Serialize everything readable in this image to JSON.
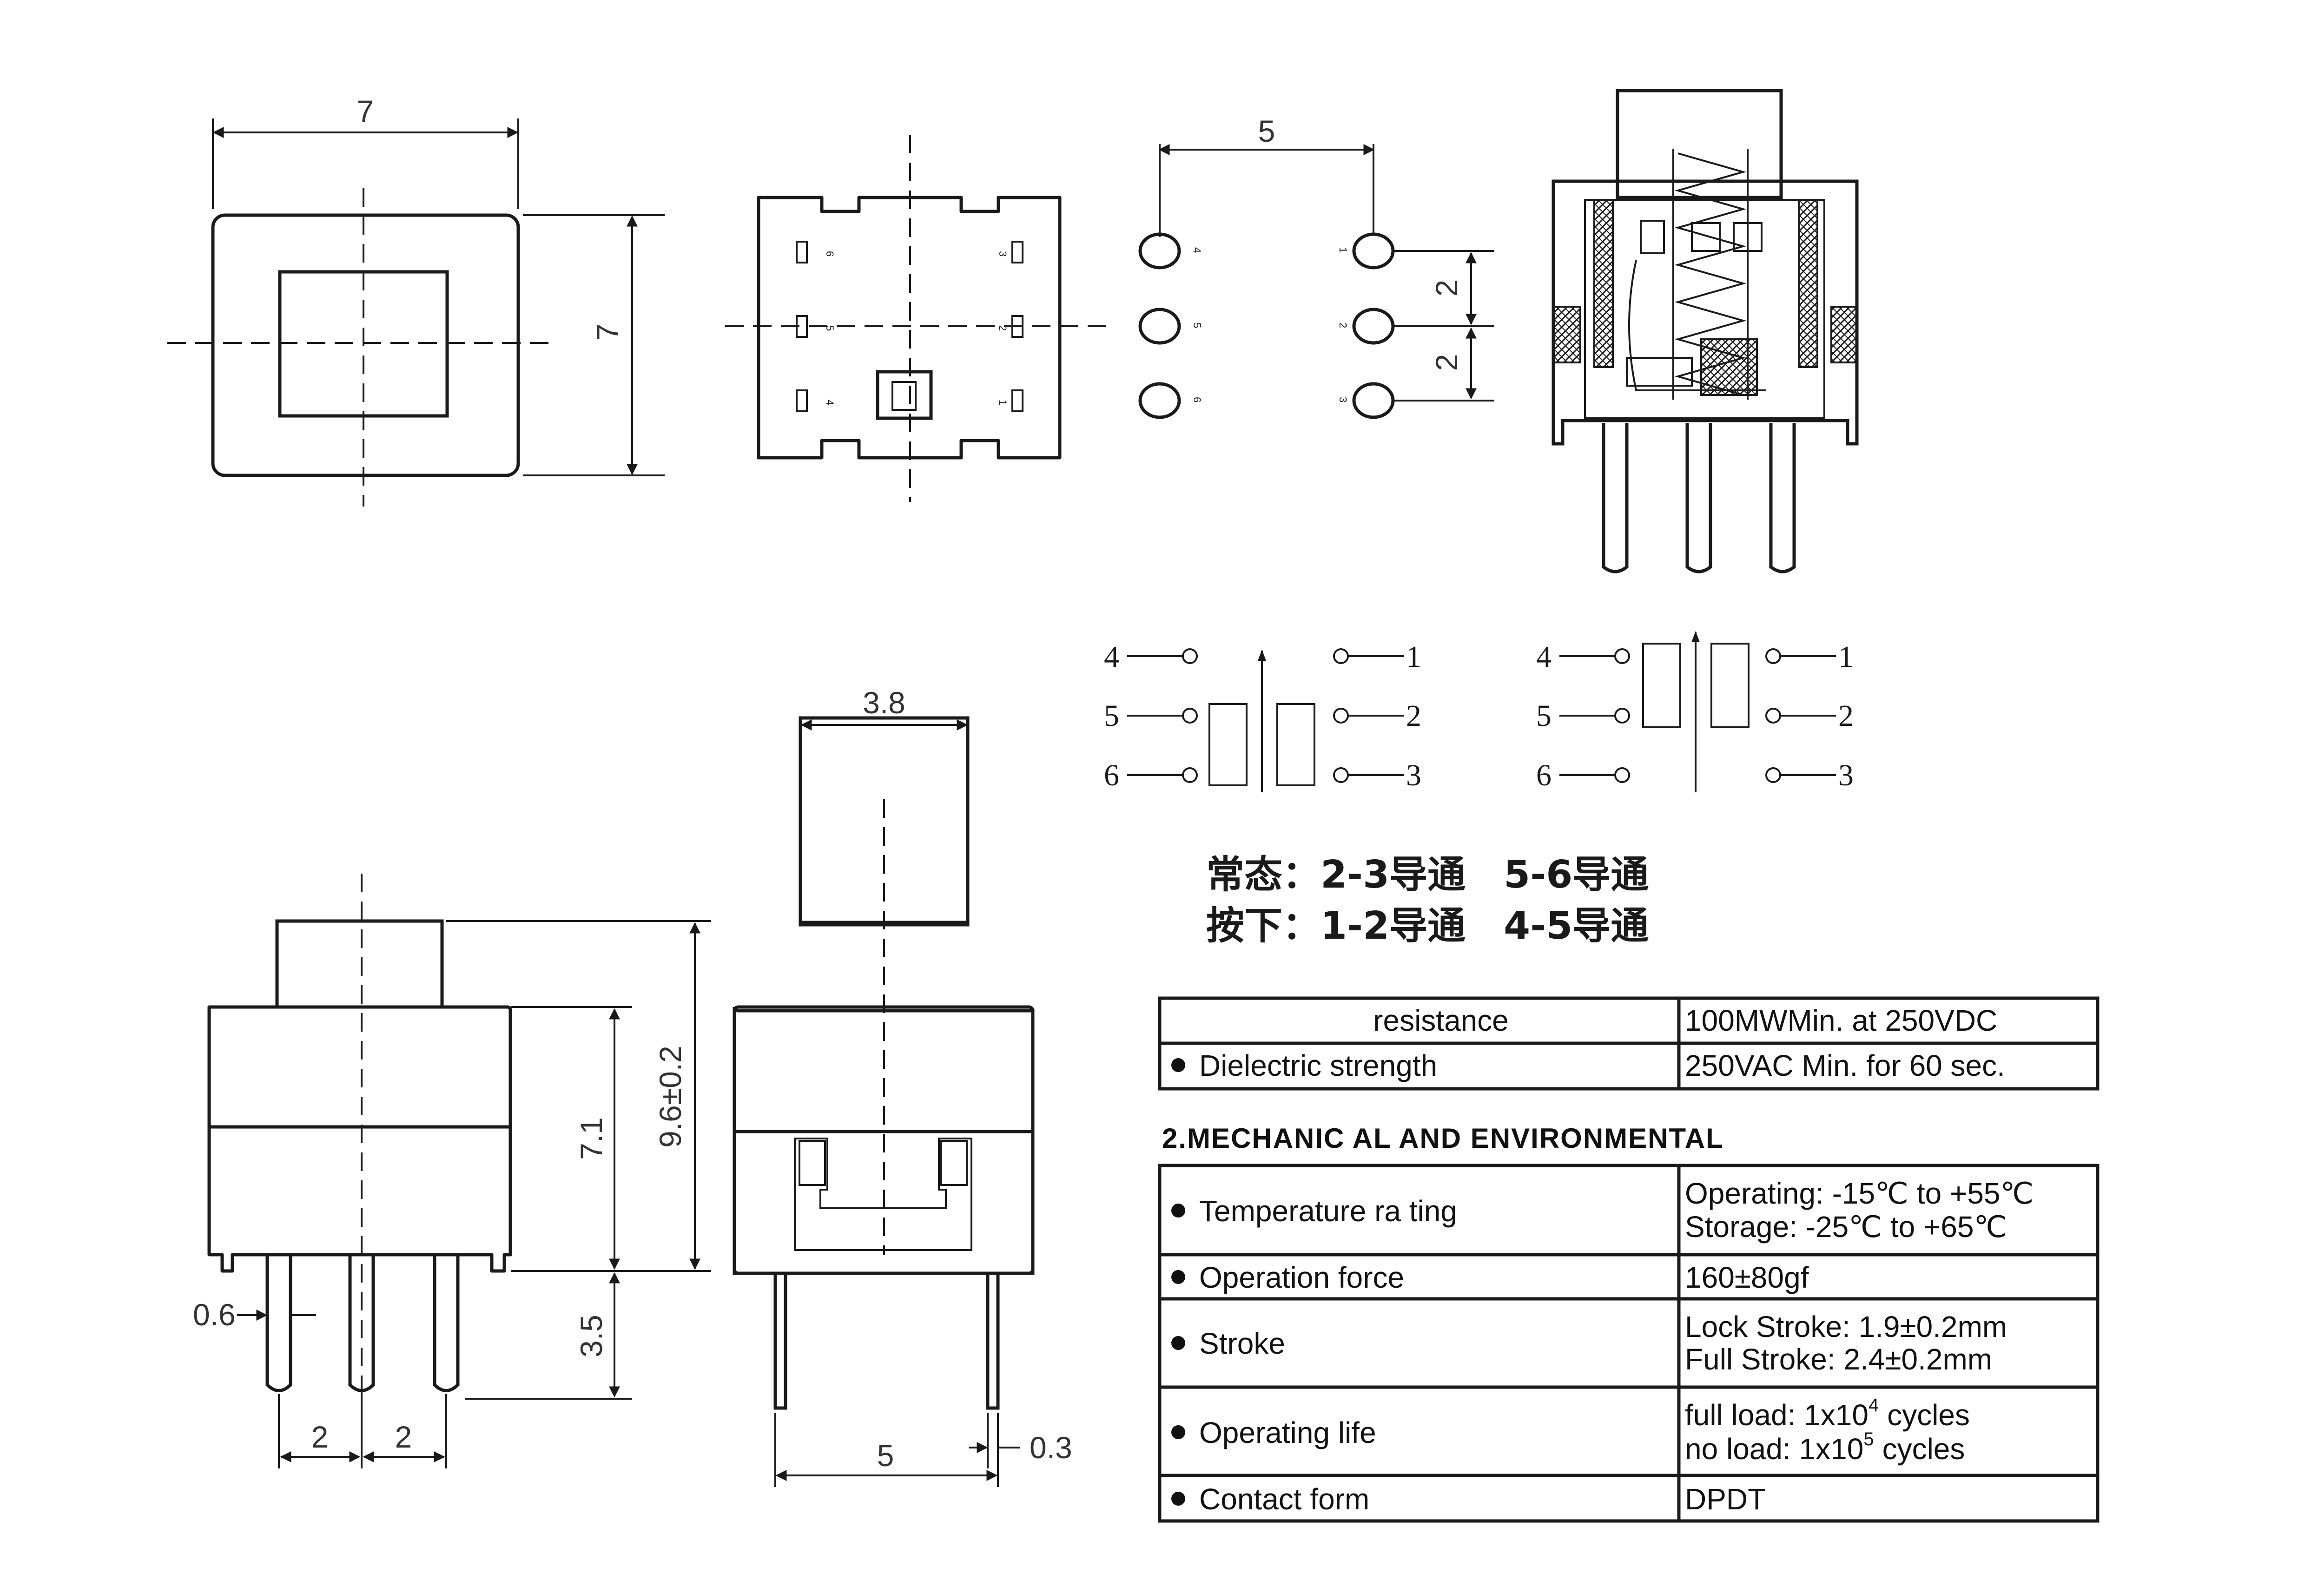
{
  "dimensions": {
    "top_width": "7",
    "top_height": "7",
    "pin_pitch_top": "5",
    "pin_spacing_a": "2",
    "pin_spacing_b": "2",
    "side_button_width": "3.8",
    "body_height": "7.1",
    "total_height": "9.6±0.2",
    "pin_length": "3.5",
    "pin_width": "0.6",
    "front_pin_a": "2",
    "front_pin_b": "2",
    "side_pin_pitch": "5",
    "pin_thickness": "0.3"
  },
  "bottom_view_pins": [
    {
      "num": "6"
    },
    {
      "num": "5"
    },
    {
      "num": "4"
    },
    {
      "num": "3"
    },
    {
      "num": "2"
    },
    {
      "num": "1"
    }
  ],
  "pcb_pins": {
    "left": [
      "4",
      "5",
      "6"
    ],
    "right": [
      "1",
      "2",
      "3"
    ]
  },
  "schematics": [
    {
      "left": [
        "4",
        "5",
        "6"
      ],
      "right": [
        "1",
        "2",
        "3"
      ]
    },
    {
      "left": [
        "4",
        "5",
        "6"
      ],
      "right": [
        "1",
        "2",
        "3"
      ]
    }
  ],
  "notes": {
    "normal": "常态：2-3导通　5-6导通",
    "pressed": "按下：1-2导通　4-5导通"
  },
  "table1": [
    {
      "label": "resistance",
      "bullet": false,
      "value": [
        "100MWMin. at 250VDC"
      ]
    },
    {
      "label": "Dielectric strength",
      "bullet": true,
      "value": [
        "250VAC Min. for 60 sec."
      ]
    }
  ],
  "section2_title": "2.MECHANIC AL AND ENVIRONMENTAL",
  "table2": [
    {
      "label": "Temperature ra ting",
      "value": [
        "Operating: -15℃ to +55℃",
        "Storage: -25℃ to +65℃"
      ]
    },
    {
      "label": "Operation force",
      "value": [
        "160±80gf"
      ]
    },
    {
      "label": "Stroke",
      "value": [
        "Lock Stroke: 1.9±0.2mm",
        "Full Stroke: 2.4±0.2mm"
      ]
    },
    {
      "label": "Operating life",
      "value": [
        "full load: 1x10",
        "no load: 1x10"
      ],
      "exponents": [
        "4",
        "5"
      ],
      "suffix": [
        "cycles",
        "cycles"
      ]
    },
    {
      "label": "Contact form",
      "value": [
        "DPDT"
      ]
    }
  ]
}
